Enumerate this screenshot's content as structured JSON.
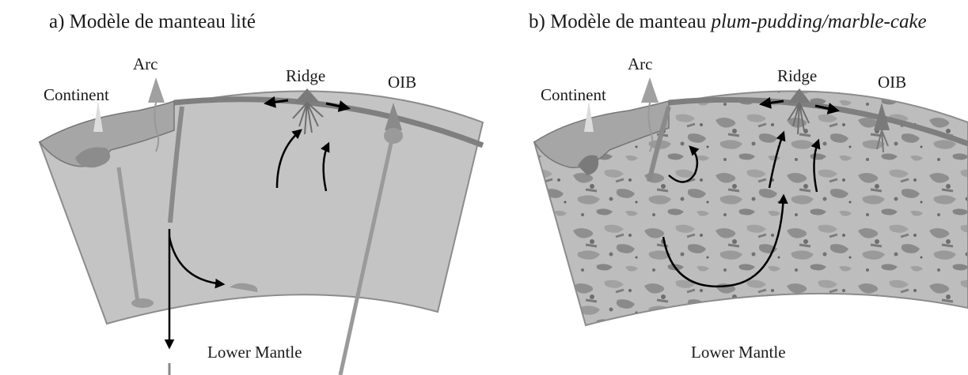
{
  "panel_a": {
    "letter": "a)",
    "title": "Modèle de manteau lité",
    "labels": {
      "continent": "Continent",
      "arc": "Arc",
      "ridge": "Ridge",
      "oib": "OIB",
      "lower_mantle": "Lower Mantle"
    }
  },
  "panel_b": {
    "letter": "b)",
    "title_prefix": "Modèle de manteau",
    "title_italic": "plum-pudding/marble-cake",
    "labels": {
      "continent": "Continent",
      "arc": "Arc",
      "ridge": "Ridge",
      "oib": "OIB",
      "lower_mantle": "Lower Mantle"
    }
  },
  "colors": {
    "mantle_fill": "#c4c4c4",
    "mantle_edge": "#8c8c8c",
    "lithosphere": "#7f7f7f",
    "continent": "#a6a6a6",
    "arrow": "#000000",
    "blob_dark": "#8a8a8a",
    "blob_mid": "#a8a8a8"
  }
}
